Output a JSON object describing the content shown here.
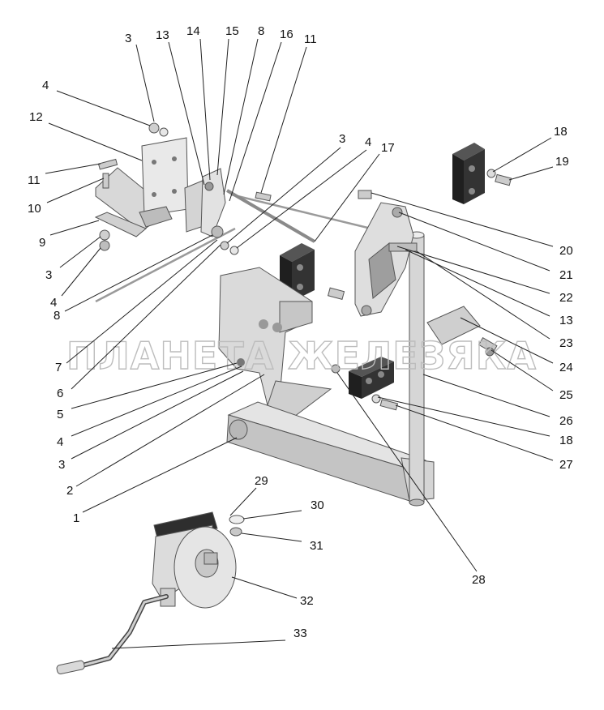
{
  "watermark": "ПЛАНЕТА ЖЕЛЕЗЯКА",
  "colors": {
    "part_light": "#e6e6e6",
    "part_mid": "#c4c4c4",
    "part_dark": "#8f8f8f",
    "block": "#2b2b2b",
    "line": "#222222"
  },
  "callouts": [
    {
      "id": "c-3a",
      "text": "3"
    },
    {
      "id": "c-13a",
      "text": "13"
    },
    {
      "id": "c-14",
      "text": "14"
    },
    {
      "id": "c-15",
      "text": "15"
    },
    {
      "id": "c-8a",
      "text": "8"
    },
    {
      "id": "c-16",
      "text": "16"
    },
    {
      "id": "c-11a",
      "text": "11"
    },
    {
      "id": "c-4a",
      "text": "4"
    },
    {
      "id": "c-12",
      "text": "12"
    },
    {
      "id": "c-11b",
      "text": "11"
    },
    {
      "id": "c-10",
      "text": "10"
    },
    {
      "id": "c-9",
      "text": "9"
    },
    {
      "id": "c-3b",
      "text": "3"
    },
    {
      "id": "c-4b",
      "text": "4"
    },
    {
      "id": "c-3c",
      "text": "3"
    },
    {
      "id": "c-4c",
      "text": "4"
    },
    {
      "id": "c-17",
      "text": "17"
    },
    {
      "id": "c-18a",
      "text": "18"
    },
    {
      "id": "c-19",
      "text": "19"
    },
    {
      "id": "c-20",
      "text": "20"
    },
    {
      "id": "c-21",
      "text": "21"
    },
    {
      "id": "c-22",
      "text": "22"
    },
    {
      "id": "c-13b",
      "text": "13"
    },
    {
      "id": "c-23",
      "text": "23"
    },
    {
      "id": "c-24",
      "text": "24"
    },
    {
      "id": "c-25",
      "text": "25"
    },
    {
      "id": "c-26",
      "text": "26"
    },
    {
      "id": "c-18b",
      "text": "18"
    },
    {
      "id": "c-27",
      "text": "27"
    },
    {
      "id": "c-8b",
      "text": "8"
    },
    {
      "id": "c-7",
      "text": "7"
    },
    {
      "id": "c-6",
      "text": "6"
    },
    {
      "id": "c-5",
      "text": "5"
    },
    {
      "id": "c-4d",
      "text": "4"
    },
    {
      "id": "c-3d",
      "text": "3"
    },
    {
      "id": "c-2",
      "text": "2"
    },
    {
      "id": "c-1",
      "text": "1"
    },
    {
      "id": "c-28",
      "text": "28"
    },
    {
      "id": "c-29",
      "text": "29"
    },
    {
      "id": "c-30",
      "text": "30"
    },
    {
      "id": "c-31",
      "text": "31"
    },
    {
      "id": "c-32",
      "text": "32"
    },
    {
      "id": "c-33",
      "text": "33"
    }
  ]
}
